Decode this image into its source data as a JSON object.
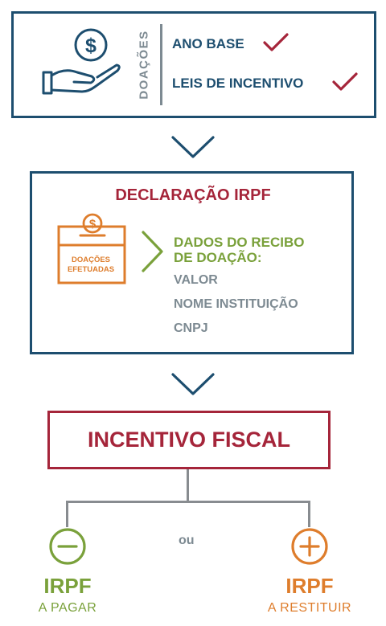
{
  "section1": {
    "side_label": "DOAÇÕES",
    "items": [
      "ANO BASE",
      "LEIS DE INCENTIVO"
    ]
  },
  "section2": {
    "title": "DECLARAÇÃO IRPF",
    "box_label_line1": "DOAÇÕES",
    "box_label_line2": "EFETUADAS",
    "heading_line1": "DADOS DO RECIBO",
    "heading_line2": "DE DOAÇÃO:",
    "items": [
      "VALOR",
      "NOME INSTITUIÇÃO",
      "CNPJ"
    ]
  },
  "section3": {
    "title": "INCENTIVO FISCAL"
  },
  "separator": "ou",
  "outcomes": [
    {
      "symbol": "minus",
      "title": "IRPF",
      "subtitle": "A PAGAR",
      "color": "#7aa13b"
    },
    {
      "symbol": "plus",
      "title": "IRPF",
      "subtitle": "A RESTITUIR",
      "color": "#de7d2c"
    }
  ],
  "colors": {
    "navy": "#1d4e6f",
    "red": "#a5253a",
    "green": "#7aa13b",
    "orange": "#de7d2c",
    "grey": "#7d8a92",
    "check": "#a5253a"
  }
}
